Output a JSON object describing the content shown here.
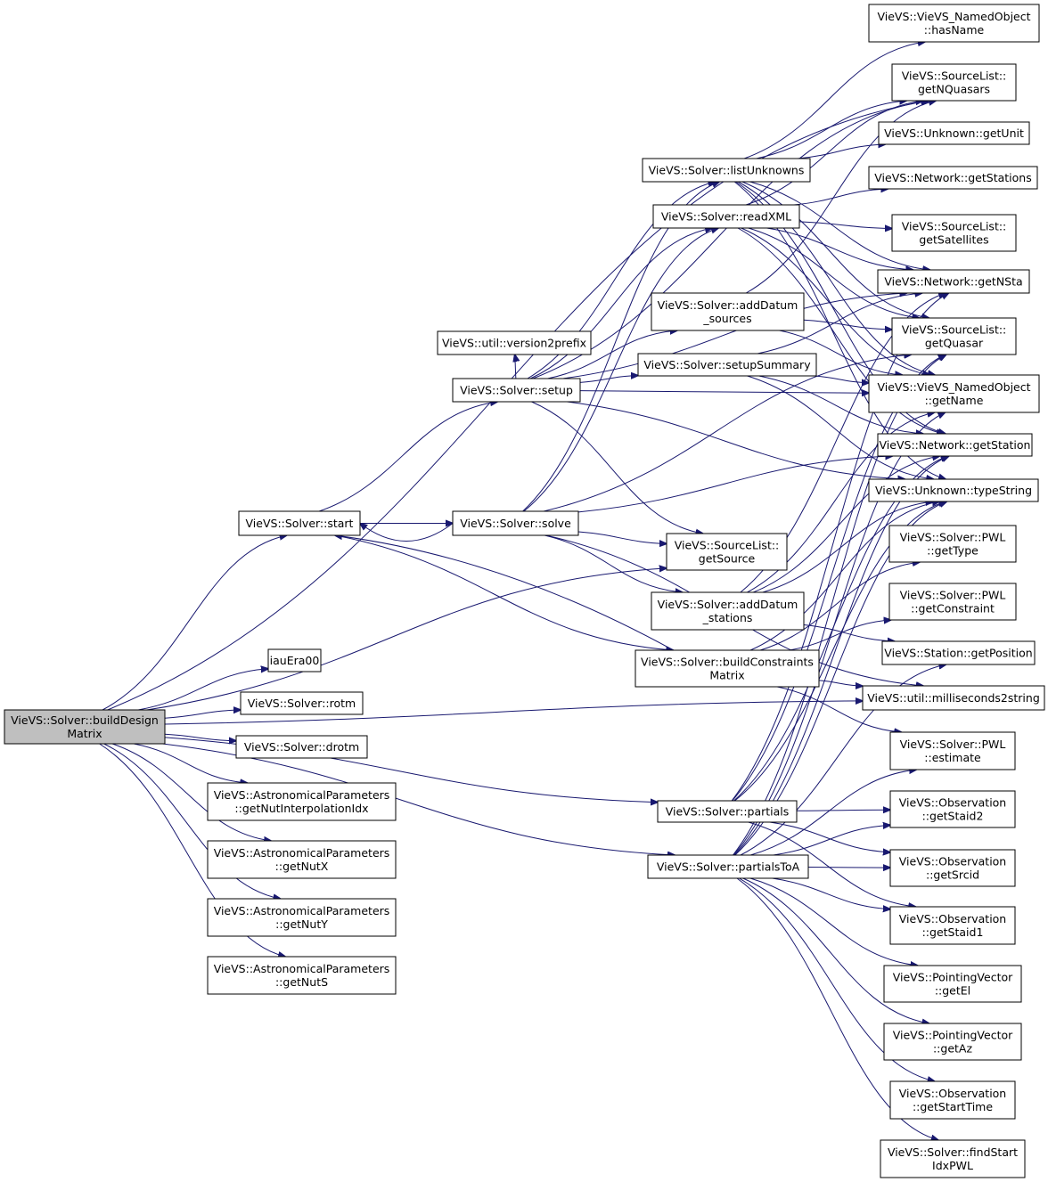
{
  "diagram": {
    "type": "call-graph",
    "colors": {
      "edge": "#191970",
      "root_fill": "#bfbfbf",
      "node_fill": "#ffffff",
      "node_stroke": "#000000"
    },
    "nodes": [
      {
        "id": "bdm",
        "lines": [
          "VieVS::Solver::buildDesign",
          "Matrix"
        ],
        "root": true
      },
      {
        "id": "start",
        "lines": [
          "VieVS::Solver::start"
        ]
      },
      {
        "id": "iauEra00",
        "lines": [
          "iauEra00"
        ]
      },
      {
        "id": "rotm",
        "lines": [
          "VieVS::Solver::rotm"
        ]
      },
      {
        "id": "drotm",
        "lines": [
          "VieVS::Solver::drotm"
        ]
      },
      {
        "id": "nutIdx",
        "lines": [
          "VieVS::AstronomicalParameters",
          "::getNutInterpolationIdx"
        ]
      },
      {
        "id": "nutX",
        "lines": [
          "VieVS::AstronomicalParameters",
          "::getNutX"
        ]
      },
      {
        "id": "nutY",
        "lines": [
          "VieVS::AstronomicalParameters",
          "::getNutY"
        ]
      },
      {
        "id": "nutS",
        "lines": [
          "VieVS::AstronomicalParameters",
          "::getNutS"
        ]
      },
      {
        "id": "v2p",
        "lines": [
          "VieVS::util::version2prefix"
        ]
      },
      {
        "id": "setup",
        "lines": [
          "VieVS::Solver::setup"
        ]
      },
      {
        "id": "solve",
        "lines": [
          "VieVS::Solver::solve"
        ]
      },
      {
        "id": "listUnk",
        "lines": [
          "VieVS::Solver::listUnknowns"
        ]
      },
      {
        "id": "readXML",
        "lines": [
          "VieVS::Solver::readXML"
        ]
      },
      {
        "id": "adSrc",
        "lines": [
          "VieVS::Solver::addDatum",
          "_sources"
        ]
      },
      {
        "id": "setupSum",
        "lines": [
          "VieVS::Solver::setupSummary"
        ]
      },
      {
        "id": "getSource",
        "lines": [
          "VieVS::SourceList::",
          "getSource"
        ]
      },
      {
        "id": "adSta",
        "lines": [
          "VieVS::Solver::addDatum",
          "_stations"
        ]
      },
      {
        "id": "bcm",
        "lines": [
          "VieVS::Solver::buildConstraints",
          "Matrix"
        ]
      },
      {
        "id": "partials",
        "lines": [
          "VieVS::Solver::partials"
        ]
      },
      {
        "id": "partialsToA",
        "lines": [
          "VieVS::Solver::partialsToA"
        ]
      },
      {
        "id": "hasName",
        "lines": [
          "VieVS::VieVS_NamedObject",
          "::hasName"
        ]
      },
      {
        "id": "getNQ",
        "lines": [
          "VieVS::SourceList::",
          "getNQuasars"
        ]
      },
      {
        "id": "getUnit",
        "lines": [
          "VieVS::Unknown::getUnit"
        ]
      },
      {
        "id": "getStations",
        "lines": [
          "VieVS::Network::getStations"
        ]
      },
      {
        "id": "getSat",
        "lines": [
          "VieVS::SourceList::",
          "getSatellites"
        ]
      },
      {
        "id": "getNSta",
        "lines": [
          "VieVS::Network::getNSta"
        ]
      },
      {
        "id": "getQuasar",
        "lines": [
          "VieVS::SourceList::",
          "getQuasar"
        ]
      },
      {
        "id": "getName",
        "lines": [
          "VieVS::VieVS_NamedObject",
          "::getName"
        ]
      },
      {
        "id": "getStation",
        "lines": [
          "VieVS::Network::getStation"
        ]
      },
      {
        "id": "typeString",
        "lines": [
          "VieVS::Unknown::typeString"
        ]
      },
      {
        "id": "pwlType",
        "lines": [
          "VieVS::Solver::PWL",
          "::getType"
        ]
      },
      {
        "id": "pwlCon",
        "lines": [
          "VieVS::Solver::PWL",
          "::getConstraint"
        ]
      },
      {
        "id": "getPos",
        "lines": [
          "VieVS::Station::getPosition"
        ]
      },
      {
        "id": "ms2s",
        "lines": [
          "VieVS::util::milliseconds2string"
        ]
      },
      {
        "id": "pwlEst",
        "lines": [
          "VieVS::Solver::PWL",
          "::estimate"
        ]
      },
      {
        "id": "staid2",
        "lines": [
          "VieVS::Observation",
          "::getStaid2"
        ]
      },
      {
        "id": "srcid",
        "lines": [
          "VieVS::Observation",
          "::getSrcid"
        ]
      },
      {
        "id": "staid1",
        "lines": [
          "VieVS::Observation",
          "::getStaid1"
        ]
      },
      {
        "id": "getEl",
        "lines": [
          "VieVS::PointingVector",
          "::getEl"
        ]
      },
      {
        "id": "getAz",
        "lines": [
          "VieVS::PointingVector",
          "::getAz"
        ]
      },
      {
        "id": "startTime",
        "lines": [
          "VieVS::Observation",
          "::getStartTime"
        ]
      },
      {
        "id": "findPWL",
        "lines": [
          "VieVS::Solver::findStart",
          "IdxPWL"
        ]
      }
    ],
    "edges": [
      [
        "bdm",
        "start"
      ],
      [
        "bdm",
        "iauEra00"
      ],
      [
        "bdm",
        "rotm"
      ],
      [
        "bdm",
        "drotm"
      ],
      [
        "bdm",
        "nutIdx"
      ],
      [
        "bdm",
        "nutX"
      ],
      [
        "bdm",
        "nutY"
      ],
      [
        "bdm",
        "nutS"
      ],
      [
        "bdm",
        "getNQ"
      ],
      [
        "bdm",
        "getSource"
      ],
      [
        "bdm",
        "ms2s"
      ],
      [
        "bdm",
        "partials"
      ],
      [
        "bdm",
        "partialsToA"
      ],
      [
        "start",
        "setup"
      ],
      [
        "start",
        "solve"
      ],
      [
        "start",
        "bcm"
      ],
      [
        "setup",
        "v2p"
      ],
      [
        "setup",
        "listUnk"
      ],
      [
        "setup",
        "readXML"
      ],
      [
        "setup",
        "adSrc"
      ],
      [
        "setup",
        "setupSum"
      ],
      [
        "setup",
        "getSource"
      ],
      [
        "setup",
        "getName"
      ],
      [
        "setup",
        "typeString"
      ],
      [
        "setup",
        "getNQ"
      ],
      [
        "setup",
        "getNSta"
      ],
      [
        "solve",
        "start"
      ],
      [
        "solve",
        "getSource"
      ],
      [
        "solve",
        "adSta"
      ],
      [
        "solve",
        "listUnk"
      ],
      [
        "solve",
        "readXML"
      ],
      [
        "solve",
        "getStation"
      ],
      [
        "solve",
        "ms2s"
      ],
      [
        "solve",
        "getQuasar"
      ],
      [
        "listUnk",
        "hasName"
      ],
      [
        "listUnk",
        "getNQ"
      ],
      [
        "listUnk",
        "getUnit"
      ],
      [
        "listUnk",
        "getNSta"
      ],
      [
        "listUnk",
        "getQuasar"
      ],
      [
        "listUnk",
        "getName"
      ],
      [
        "listUnk",
        "getStation"
      ],
      [
        "listUnk",
        "typeString"
      ],
      [
        "readXML",
        "getStations"
      ],
      [
        "readXML",
        "getSat"
      ],
      [
        "readXML",
        "getNSta"
      ],
      [
        "readXML",
        "getQuasar"
      ],
      [
        "readXML",
        "getName"
      ],
      [
        "readXML",
        "getStation"
      ],
      [
        "readXML",
        "getNQ"
      ],
      [
        "adSrc",
        "getNQ"
      ],
      [
        "adSrc",
        "getQuasar"
      ],
      [
        "adSrc",
        "getName"
      ],
      [
        "setupSum",
        "getName"
      ],
      [
        "setupSum",
        "getStation"
      ],
      [
        "setupSum",
        "typeString"
      ],
      [
        "setupSum",
        "getNSta"
      ],
      [
        "adSta",
        "getNSta"
      ],
      [
        "adSta",
        "getStation"
      ],
      [
        "adSta",
        "getPos"
      ],
      [
        "adSta",
        "getName"
      ],
      [
        "adSta",
        "typeString"
      ],
      [
        "bcm",
        "start"
      ],
      [
        "bcm",
        "pwlType"
      ],
      [
        "bcm",
        "pwlCon"
      ],
      [
        "bcm",
        "ms2s"
      ],
      [
        "bcm",
        "pwlEst"
      ],
      [
        "bcm",
        "typeString"
      ],
      [
        "partials",
        "staid2"
      ],
      [
        "partials",
        "srcid"
      ],
      [
        "partials",
        "staid1"
      ],
      [
        "partials",
        "getStation"
      ],
      [
        "partials",
        "getQuasar"
      ],
      [
        "partials",
        "getNSta"
      ],
      [
        "partials",
        "typeString"
      ],
      [
        "partialsToA",
        "staid2"
      ],
      [
        "partialsToA",
        "srcid"
      ],
      [
        "partialsToA",
        "staid1"
      ],
      [
        "partialsToA",
        "getEl"
      ],
      [
        "partialsToA",
        "getAz"
      ],
      [
        "partialsToA",
        "startTime"
      ],
      [
        "partialsToA",
        "findPWL"
      ],
      [
        "partialsToA",
        "getPos"
      ],
      [
        "partialsToA",
        "pwlEst"
      ],
      [
        "partialsToA",
        "getStation"
      ],
      [
        "partialsToA",
        "getQuasar"
      ],
      [
        "partialsToA",
        "getName"
      ],
      [
        "partialsToA",
        "typeString"
      ]
    ]
  }
}
